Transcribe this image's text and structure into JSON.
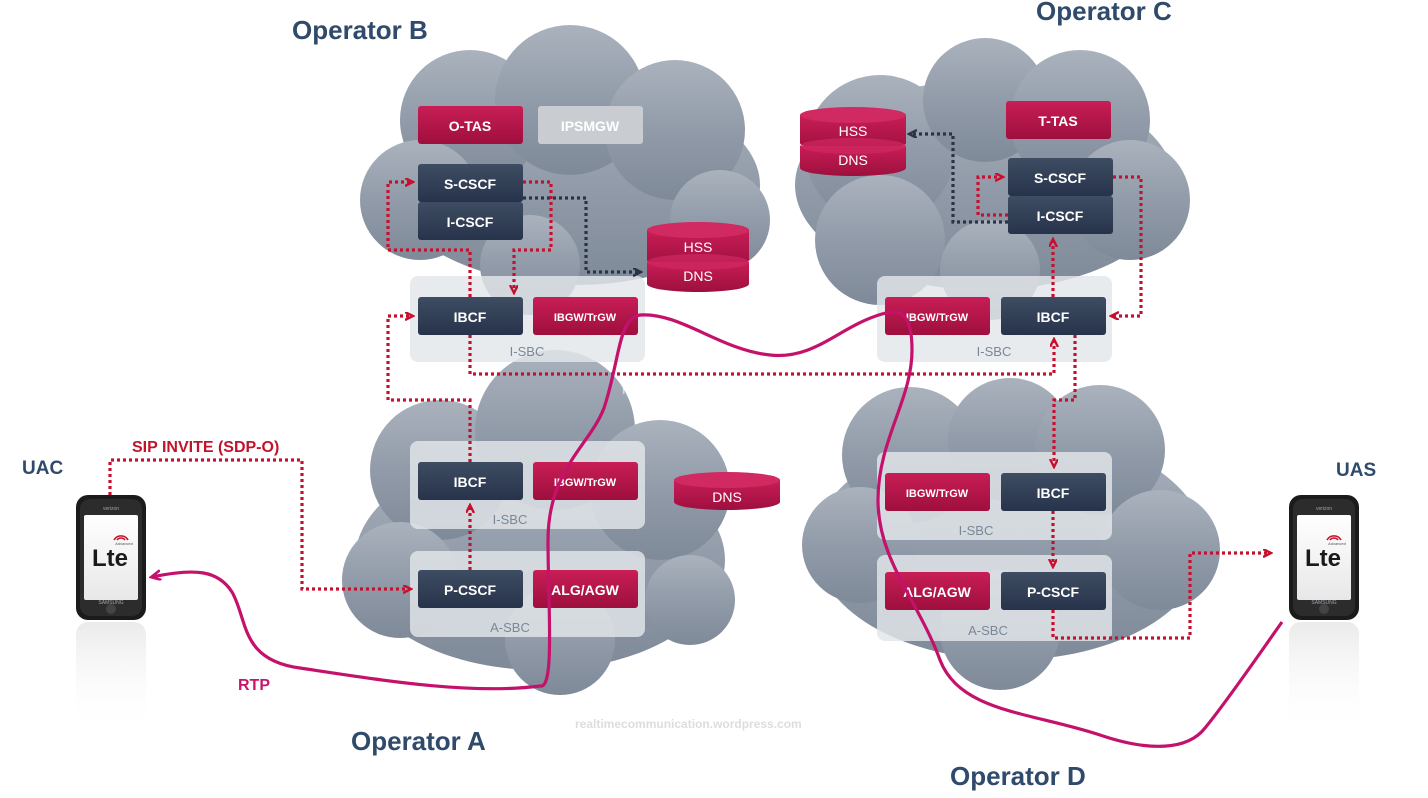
{
  "operators": {
    "a": "Operator A",
    "b": "Operator B",
    "c": "Operator C",
    "d": "Operator D"
  },
  "endpoints": {
    "uac": "UAC",
    "uas": "UAS"
  },
  "labels": {
    "sip_invite": "SIP INVITE (SDP-O)",
    "rtp": "RTP",
    "watermark": "realtimecommunication.wordpress.com"
  },
  "phone": {
    "logo": "Lte",
    "logo_small": "Advanced",
    "brand": "SAMSUNG",
    "carrier": "verizon"
  },
  "nodes": {
    "b_otas": "O-TAS",
    "b_ipsmgw": "IPSMGW",
    "b_scscf": "S-CSCF",
    "b_icscf": "I-CSCF",
    "b_hss": "HSS",
    "b_dns": "DNS",
    "b_ibcf": "IBCF",
    "b_ibgw": "IBGW/TrGW",
    "b_isbc": "I-SBC",
    "c_hss": "HSS",
    "c_dns": "DNS",
    "c_ttas": "T-TAS",
    "c_scscf": "S-CSCF",
    "c_icscf": "I-CSCF",
    "c_ibgw": "IBGW/TrGW",
    "c_ibcf": "IBCF",
    "c_isbc": "I-SBC",
    "a_ibcf": "IBCF",
    "a_ibgw": "IBGW/TrGW",
    "a_isbc": "I-SBC",
    "a_dns": "DNS",
    "a_pcscf": "P-CSCF",
    "a_alg": "ALG/AGW",
    "a_asbc": "A-SBC",
    "d_ibgw": "IBGW/TrGW",
    "d_ibcf": "IBCF",
    "d_isbc": "I-SBC",
    "d_alg": "ALG/AGW",
    "d_pcscf": "P-CSCF",
    "d_asbc": "A-SBC"
  },
  "colors": {
    "node_dark": "#2e3b4e",
    "node_magenta": "#b5154b",
    "node_gray": "#c8ccd1",
    "cloud": "#8e98a6",
    "signaling": "#c8102e",
    "media": "#c4116b",
    "control": "#2b3445"
  }
}
